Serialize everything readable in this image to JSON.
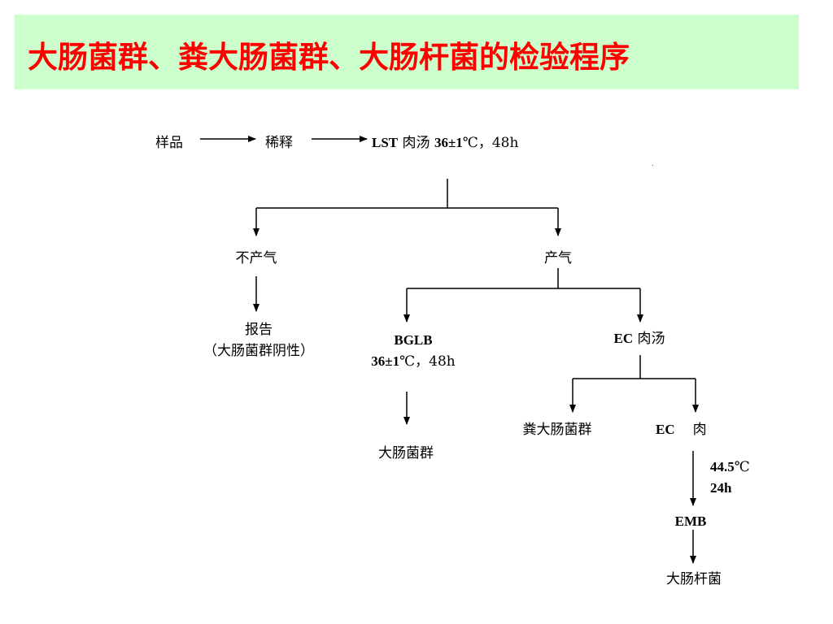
{
  "slide": {
    "title": "大肠菌群、粪大肠菌群、大肠杆菌的检验程序",
    "title_color": "#ff0000",
    "band_color": "#ccffcc"
  },
  "flow": {
    "sample": "样品",
    "dilute": "稀释",
    "lst_bold": "LST",
    "lst_broth": " 肉汤 ",
    "lst_temp": "36±1",
    "lst_time": "℃，48h",
    "no_gas": "不产气",
    "gas": "产气",
    "report_line1": "报告",
    "report_line2": "（大肠菌群阴性）",
    "bglb_name": "BGLB",
    "bglb_temp": "36±1",
    "bglb_time": "℃，48h",
    "ec_bold": "EC",
    "ec_broth": " 肉汤",
    "coliforms": "大肠菌群",
    "fecal_coliforms": "粪大肠菌群",
    "ec2_bold": "EC",
    "ec2_rest": "肉",
    "ec2_temp_value": "44.5",
    "ec2_temp_unit": "℃",
    "ec2_time": "24h",
    "emb": "EMB",
    "ecoli": "大肠杆菌"
  }
}
